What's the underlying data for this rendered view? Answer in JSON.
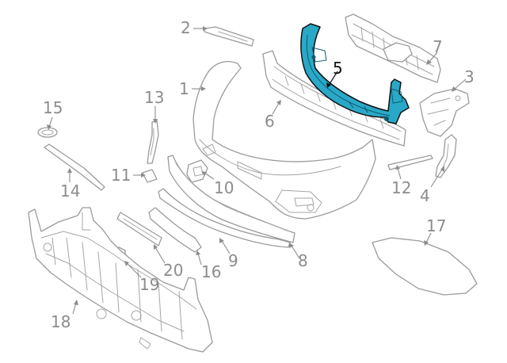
{
  "colors": {
    "highlight_part": "#2aa8c8",
    "line": "#9a9a9a",
    "callout_text": "#8c8c8c",
    "highlight_text": "#111111"
  },
  "callouts": [
    {
      "id": "1",
      "label": "1"
    },
    {
      "id": "2",
      "label": "2"
    },
    {
      "id": "3",
      "label": "3"
    },
    {
      "id": "4",
      "label": "4"
    },
    {
      "id": "5",
      "label": "5",
      "highlighted": true
    },
    {
      "id": "6",
      "label": "6"
    },
    {
      "id": "7",
      "label": "7"
    },
    {
      "id": "8",
      "label": "8"
    },
    {
      "id": "9",
      "label": "9"
    },
    {
      "id": "10",
      "label": "10"
    },
    {
      "id": "11",
      "label": "11"
    },
    {
      "id": "12",
      "label": "12"
    },
    {
      "id": "13",
      "label": "13"
    },
    {
      "id": "14",
      "label": "14"
    },
    {
      "id": "15",
      "label": "15"
    },
    {
      "id": "16",
      "label": "16"
    },
    {
      "id": "17",
      "label": "17"
    },
    {
      "id": "18",
      "label": "18"
    },
    {
      "id": "19",
      "label": "19"
    },
    {
      "id": "20",
      "label": "20"
    }
  ]
}
